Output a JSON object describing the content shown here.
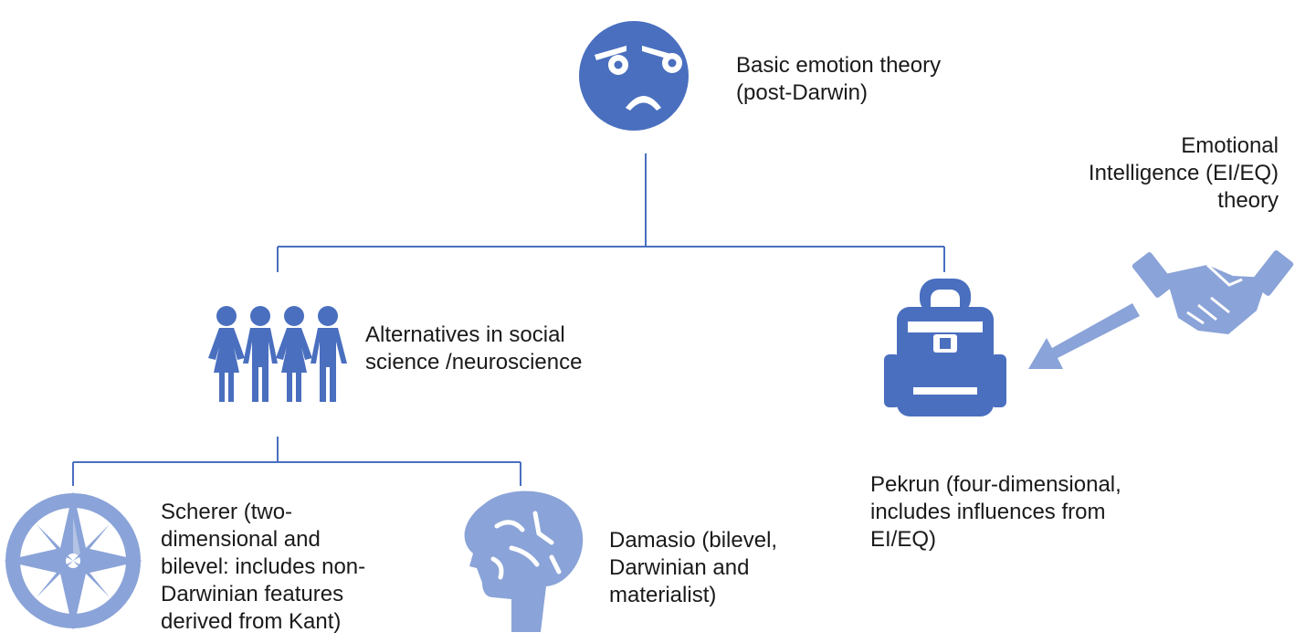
{
  "colors": {
    "icon_primary": "#4a6fbf",
    "icon_light": "#8aa3d8",
    "line": "#4a6fbf",
    "text": "#1a1a1a"
  },
  "nodes": {
    "basic": {
      "icon": "angry-face-icon",
      "lines": [
        "Basic emotion theory",
        "(post-Darwin)"
      ]
    },
    "alternatives": {
      "icon": "people-group-icon",
      "lines": [
        "Alternatives in social",
        "science /neuroscience"
      ]
    },
    "pekrun": {
      "icon": "backpack-icon",
      "lines": [
        "Pekrun (four-dimensional,",
        "includes influences from",
        "EI/EQ)"
      ]
    },
    "ei": {
      "icon": "handshake-icon",
      "lines": [
        "Emotional",
        "Intelligence (EI/EQ)",
        "theory"
      ]
    },
    "scherer": {
      "icon": "compass-rose-icon",
      "lines": [
        "Scherer (two-",
        "dimensional and",
        "bilevel: includes non-",
        "Darwinian features",
        "derived from Kant)"
      ]
    },
    "damasio": {
      "icon": "brain-icon",
      "lines": [
        "Damasio (bilevel,",
        "Darwinian and",
        "materialist)"
      ]
    }
  }
}
